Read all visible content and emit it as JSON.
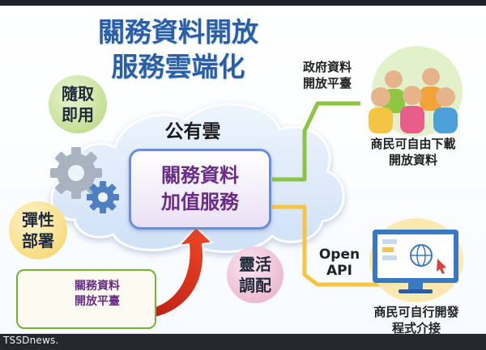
{
  "title": {
    "line1": "關務資料開放",
    "line2": "服務雲端化"
  },
  "cloud": {
    "label": "公有雲",
    "core_line1": "關務資料",
    "core_line2": "加值服務"
  },
  "bubbles": {
    "ready": [
      "隨取",
      "即用"
    ],
    "elastic": [
      "彈性",
      "部署"
    ],
    "flexible": [
      "靈活",
      "調配"
    ]
  },
  "platform": {
    "line1": "關務資料",
    "line2": "開放平臺"
  },
  "gov_platform": {
    "line1": "政府資料",
    "line2": "開放平臺"
  },
  "download": {
    "line1": "商民可自由下載",
    "line2": "開放資料"
  },
  "api": {
    "line1": "Open",
    "line2": "API"
  },
  "develop": {
    "line1": "商民可自行開發",
    "line2": "程式介接"
  },
  "watermark": "TSSDnews.",
  "colors": {
    "title": "#2a5fa8",
    "core_text": "#6a2b86",
    "cloud_fill": "#ddebfa",
    "connector_green": "#8cc63f",
    "connector_yellow": "#f5c542",
    "bubble_green": "#cfe7a8",
    "bubble_yellow": "#fbe7a1",
    "bubble_pink": "#f3cfe0",
    "arrow_red": "#d9241c"
  },
  "icons": [
    "gear-icon",
    "people-icon",
    "monitor-globe-icon",
    "customs-logo-icon",
    "curved-arrow-icon"
  ]
}
